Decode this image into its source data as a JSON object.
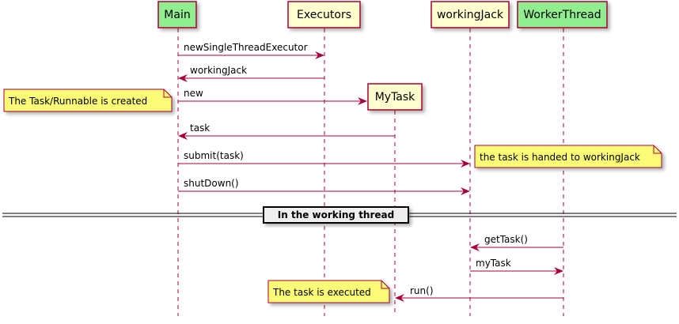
{
  "colors": {
    "participant_green": "#90EE90",
    "participant_yellow": "#FEFECE",
    "border": "#A80036",
    "arrow": "#A80036",
    "note_fill": "#FBFB77",
    "note_border": "#A80036",
    "lifeline": "#A80036",
    "divider_box": "#EEEEEE",
    "text": "#000000"
  },
  "participants": [
    {
      "id": "main",
      "label": "Main"
    },
    {
      "id": "executors",
      "label": "Executors"
    },
    {
      "id": "mytask",
      "label": "MyTask"
    },
    {
      "id": "workingjack",
      "label": "workingJack"
    },
    {
      "id": "workerthread",
      "label": "WorkerThread"
    }
  ],
  "messages": [
    {
      "label": "newSingleThreadExecutor"
    },
    {
      "label": "workingJack"
    },
    {
      "label": "new"
    },
    {
      "label": "task"
    },
    {
      "label": "submit(task)"
    },
    {
      "label": "shutDown()"
    },
    {
      "label": "getTask()"
    },
    {
      "label": "myTask"
    },
    {
      "label": "run()"
    }
  ],
  "notes": [
    {
      "text": "The Task/Runnable is created"
    },
    {
      "text": "the task is handed to workingJack"
    },
    {
      "text": "The task is executed"
    }
  ],
  "divider": {
    "label": "In the working thread"
  }
}
